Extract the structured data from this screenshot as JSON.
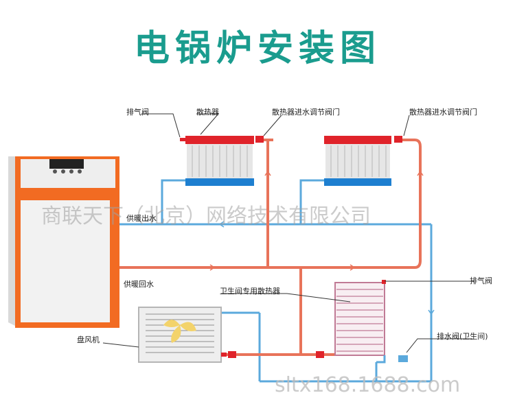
{
  "title": "电锅炉安装图",
  "labels": {
    "exhaust_valve_top": "排气阀",
    "radiator": "散热器",
    "inlet_valve_1": "散热器进水调节阀门",
    "inlet_valve_2": "散热器进水调节阀门",
    "supply_out": "供暖出水",
    "supply_return": "供暖回水",
    "bathroom_radiator": "卫生间专用散热器",
    "exhaust_valve_right": "排气阀",
    "fan_coil": "盘风机",
    "drain_valve": "排水阀(卫生间)"
  },
  "watermarks": {
    "center": "商联天下（北京）网络技术有限公司",
    "bottom": "sltx168.1688.com"
  },
  "colors": {
    "title": "#1a9c8e",
    "hot_pipe": "#e8735a",
    "cold_pipe": "#5ba9dc",
    "boiler_frame": "#f26b22",
    "radiator_top": "#e0232a",
    "radiator_bottom": "#1e7fd0"
  }
}
